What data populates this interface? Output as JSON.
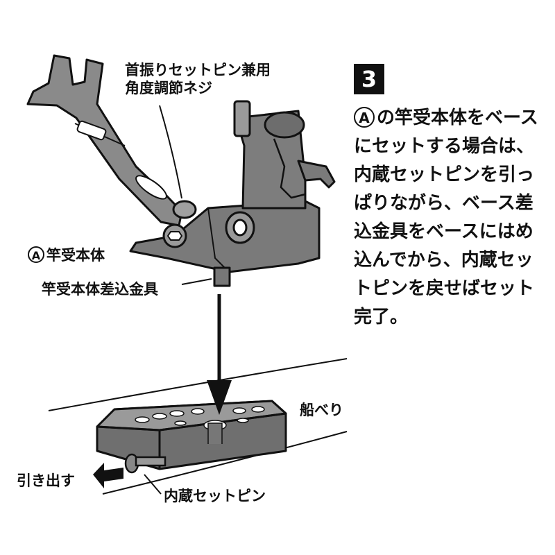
{
  "labels": {
    "angle_screw_line1": "首振りセットピン兼用",
    "angle_screw_line2": "角度調節ネジ",
    "circle_a": "A",
    "rod_holder_body": "竿受本体",
    "rod_holder_insert_fitting": "竿受本体差込金具",
    "boat_edge": "船べり",
    "pull_out": "引き出す",
    "internal_set_pin": "内蔵セットピン"
  },
  "instructions": {
    "step_number": "3",
    "circle_a": "A",
    "lines": [
      "の竿受本体をベース",
      "にセットする場合は、",
      "内蔵セットピンを引っ",
      "ぱりながら、ベース差",
      "込金具をベースにはめ",
      "込んでから、内蔵セッ",
      "トピンを戻せばセット",
      "完了。"
    ]
  },
  "colors": {
    "ink": "#111111",
    "metal_fill": "#8a8a8a",
    "paper": "#ffffff"
  }
}
